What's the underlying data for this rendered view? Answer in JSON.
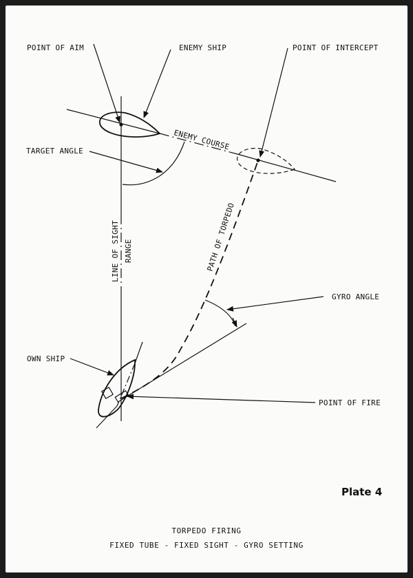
{
  "labels": {
    "point_of_aim": "POINT OF AIM",
    "enemy_ship": "ENEMY SHIP",
    "point_of_intercept": "POINT OF INTERCEPT",
    "target_angle": "TARGET ANGLE",
    "enemy_course": "ENEMY COURSE",
    "path_of_torpedo": "PATH OF TORPEDO",
    "line_of_sight": "LINE OF SIGHT",
    "range": "RANGE",
    "gyro_angle": "GYRO ANGLE",
    "own_ship": "OWN SHIP",
    "point_of_fire": "POINT OF FIRE"
  },
  "plate": "Plate 4",
  "caption": {
    "line1": "TORPEDO FIRING",
    "line2": "FIXED TUBE - FIXED SIGHT - GYRO SETTING"
  }
}
